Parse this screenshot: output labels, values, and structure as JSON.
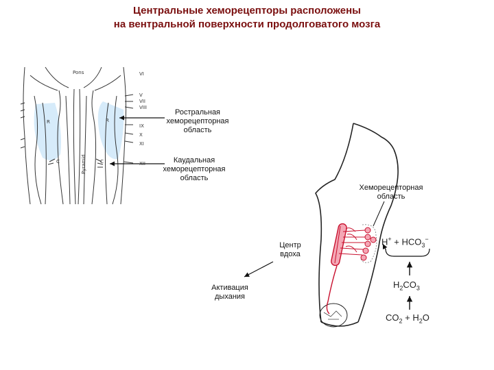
{
  "title": {
    "line1": "Центральные хеморецепторы расположены",
    "line2": "на вентральной поверхности продолговатого мозга"
  },
  "brainstem_labels": {
    "pons": "Pons",
    "pyramid": "Pyramid",
    "region_r_left": "R",
    "region_r_right": "R",
    "region_c_left": "C",
    "region_c_right": "C",
    "nerves": [
      "VI",
      "V",
      "VII",
      "VIII",
      "IX",
      "X",
      "XI",
      "XII"
    ]
  },
  "labels": {
    "rostral_1": "Ростральная",
    "rostral_2": "хеморецепторная",
    "rostral_3": "область",
    "caudal_1": "Каудальная",
    "caudal_2": "хеморецепторная",
    "caudal_3": "область",
    "chemo_1": "Хеморецепторная",
    "chemo_2": "область",
    "center_1": "Центр",
    "center_2": "вдоха",
    "activation_1": "Активация",
    "activation_2": "дыхания"
  },
  "chemistry": {
    "h": "H",
    "h_sup": "+",
    "plus": "+",
    "hco": "HCO",
    "hco_sub": "3",
    "hco_sup": "−",
    "h2co3_h": "H",
    "h2co3_sub1": "2",
    "h2co3_co": "CO",
    "h2co3_sub2": "3",
    "co2_co": "CO",
    "co2_sub": "2",
    "co2_plus": "+",
    "h2o_h": "H",
    "h2o_sub": "2",
    "h2o_o": "O"
  },
  "colors": {
    "title": "#7a0f0f",
    "region_fill": "#d6ebfa",
    "neuron": "#c8102e",
    "outline": "#222222"
  }
}
